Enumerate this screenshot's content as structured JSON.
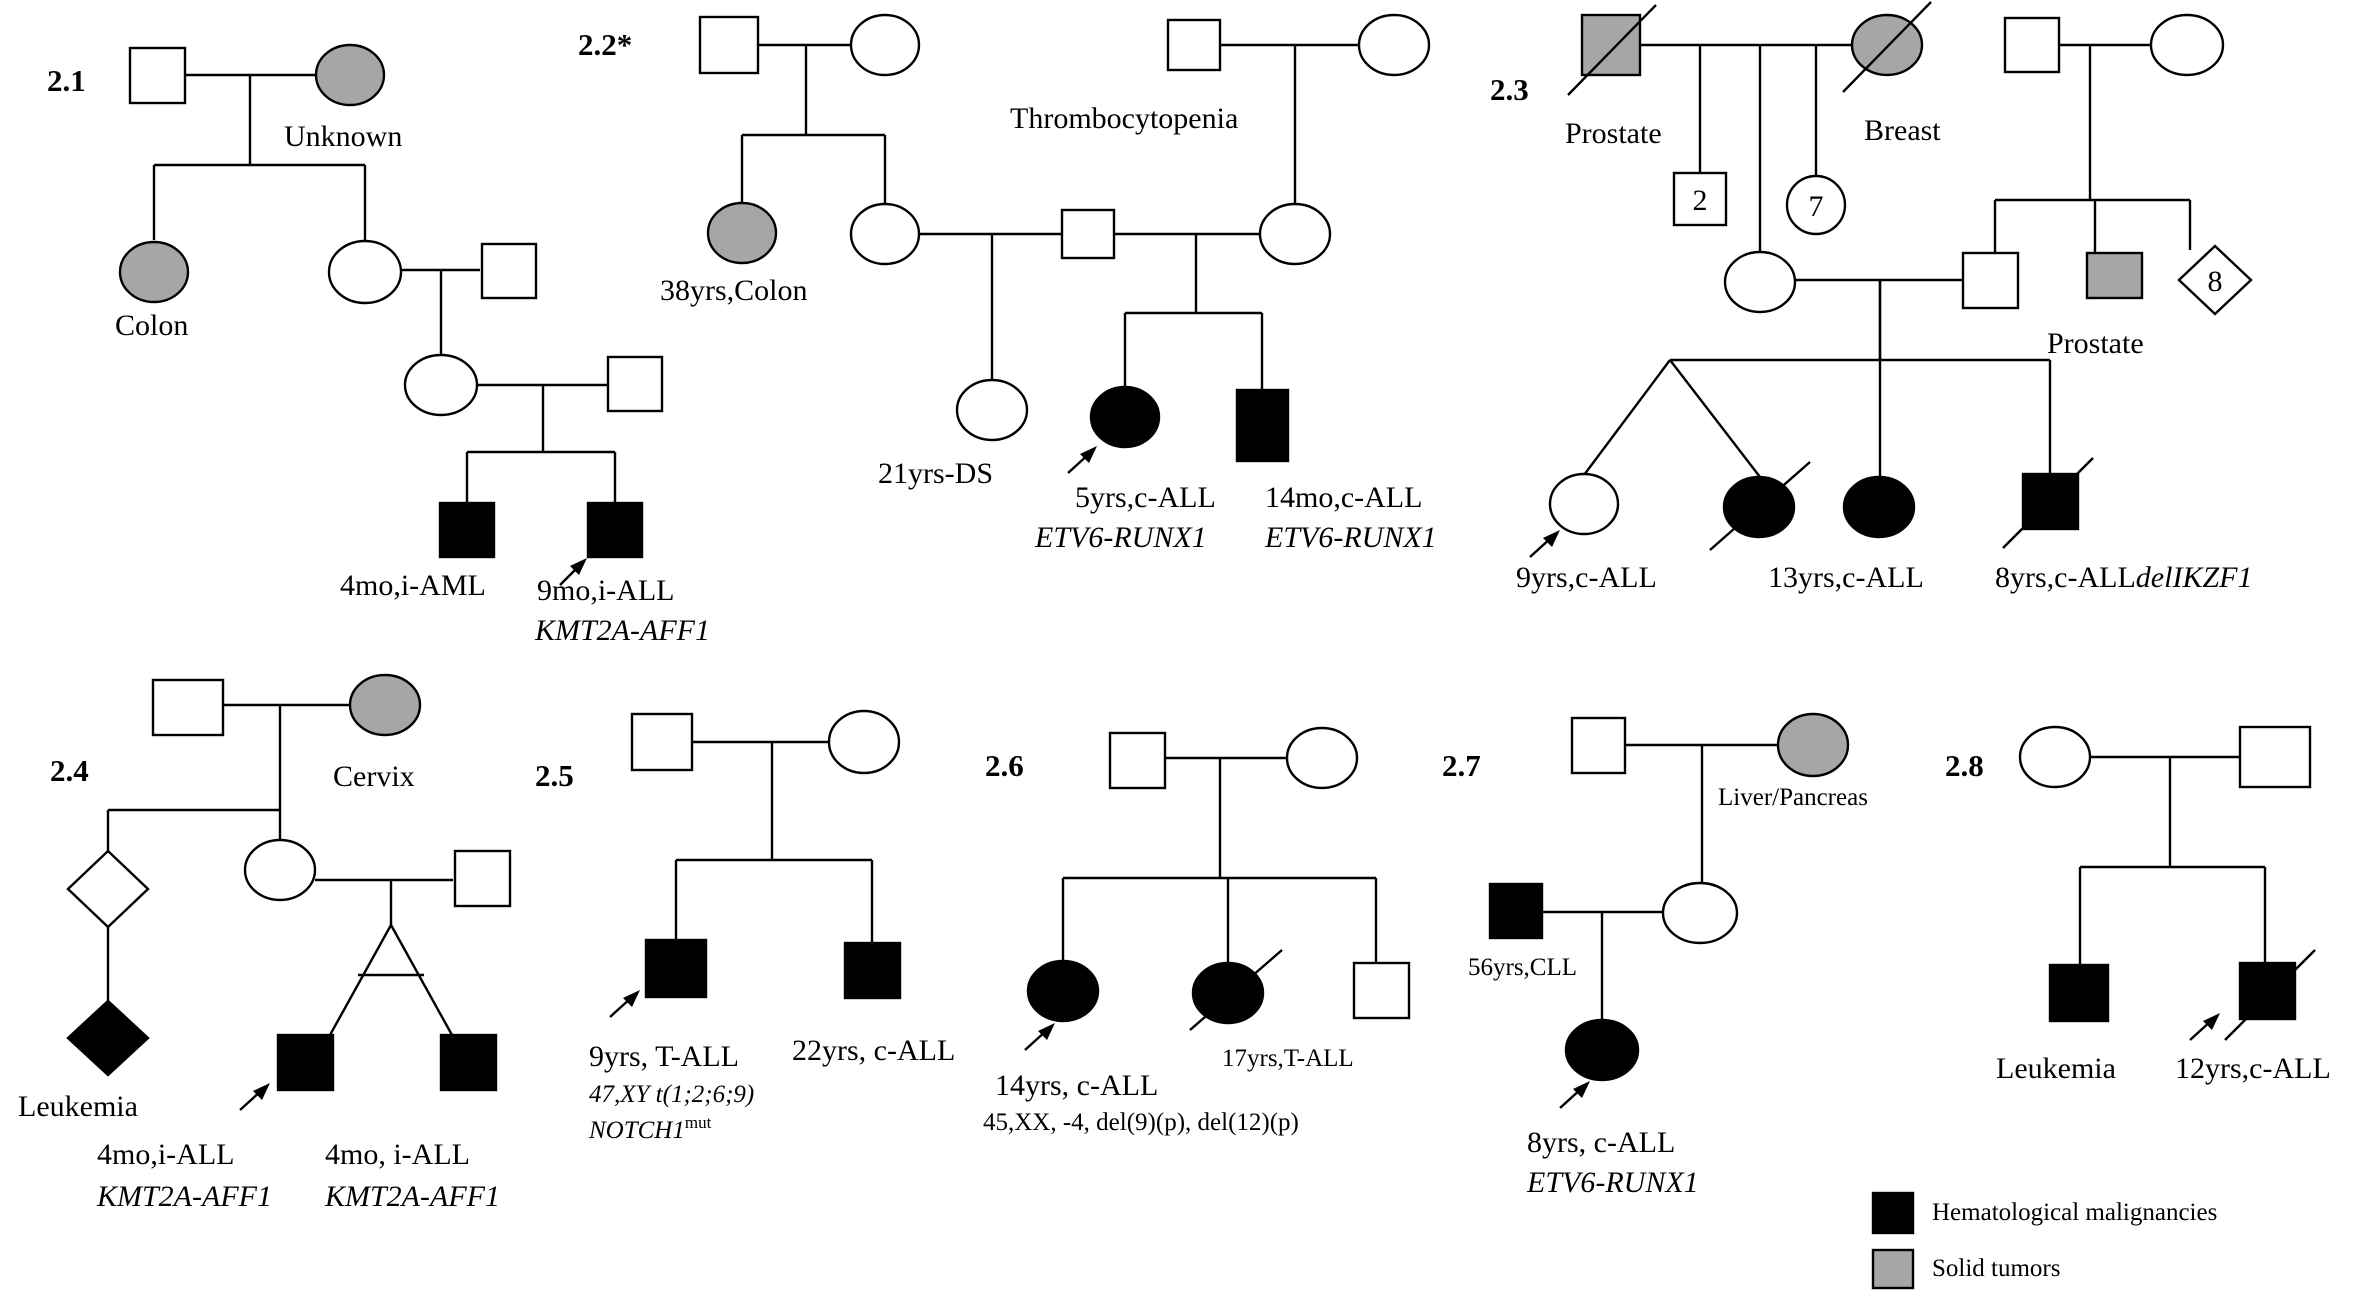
{
  "families": [
    {
      "label": "2.1",
      "annotations": [
        {
          "text": "Unknown"
        },
        {
          "text": "Colon"
        },
        {
          "text": "4mo,i-AML"
        },
        {
          "text": "9mo,i-ALL"
        }
      ],
      "genetics": [
        {
          "text": "KMT2A-AFF1"
        }
      ]
    },
    {
      "label": "2.2*",
      "annotations": [
        {
          "text": "Thrombocytopenia"
        },
        {
          "text": "38yrs,Colon"
        },
        {
          "text": "21yrs-DS"
        },
        {
          "text": "5yrs,c-ALL"
        },
        {
          "text": "14mo,c-ALL"
        }
      ],
      "genetics": [
        {
          "text": "ETV6-RUNX1"
        },
        {
          "text": "ETV6-RUNX1"
        }
      ]
    },
    {
      "label": "2.3",
      "annotations": [
        {
          "text": "Prostate"
        },
        {
          "text": "Breast"
        },
        {
          "text": "Prostate"
        },
        {
          "text": "9yrs,c-ALL"
        },
        {
          "text": "13yrs,c-ALL"
        },
        {
          "text": "8yrs,c-ALL"
        }
      ],
      "genetics": [
        {
          "text": "delIKZF1"
        }
      ],
      "counts": [
        "2",
        "7",
        "8"
      ]
    },
    {
      "label": "2.4",
      "annotations": [
        {
          "text": "Cervix"
        },
        {
          "text": "Leukemia"
        },
        {
          "text": "4mo,i-ALL"
        },
        {
          "text": "4mo, i-ALL"
        }
      ],
      "genetics": [
        {
          "text": "KMT2A-AFF1"
        },
        {
          "text": "KMT2A-AFF1"
        }
      ]
    },
    {
      "label": "2.5",
      "annotations": [
        {
          "text": "9yrs, T-ALL"
        },
        {
          "text": "22yrs, c-ALL"
        }
      ],
      "genetics": [
        {
          "text": "47,XY t(1;2;6;9)"
        },
        {
          "text": "NOTCH1"
        }
      ],
      "superscript": "mut"
    },
    {
      "label": "2.6",
      "annotations": [
        {
          "text": "14yrs, c-ALL"
        },
        {
          "text": "17yrs,T-ALL"
        },
        {
          "text": "45,XX, -4, del(9)(p), del(12)(p)"
        }
      ]
    },
    {
      "label": "2.7",
      "annotations": [
        {
          "text": "Liver/Pancreas"
        },
        {
          "text": "56yrs,CLL"
        },
        {
          "text": "8yrs, c-ALL"
        }
      ],
      "genetics": [
        {
          "text": "ETV6-RUNX1"
        }
      ]
    },
    {
      "label": "2.8",
      "annotations": [
        {
          "text": "Leukemia"
        },
        {
          "text": "12yrs,c-ALL"
        }
      ]
    }
  ],
  "legend": [
    {
      "text": "Hematological malignancies",
      "color": "#000000"
    },
    {
      "text": "Solid tumors",
      "color": "#a6a6a6"
    }
  ]
}
